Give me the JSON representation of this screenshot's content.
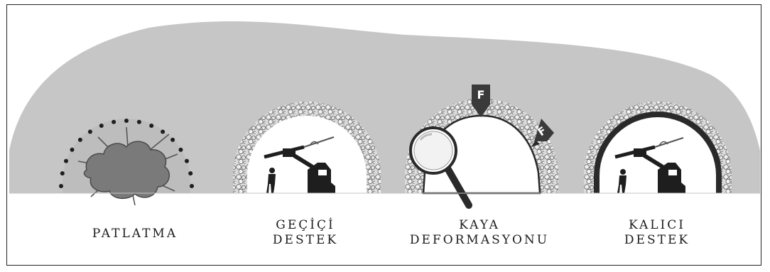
{
  "colors": {
    "ground": "#c6c6c6",
    "rock": "#d9d9d9",
    "rock_outline": "#6a6a6a",
    "lining": "#2a2a2a",
    "blast": "#7a7a7a",
    "machine": "#1e1e1e",
    "marker": "#3a3a3a"
  },
  "stages": [
    {
      "id": "blast",
      "icon": "explosion-icon",
      "lines": [
        "PATLATMA"
      ]
    },
    {
      "id": "temporary-support",
      "icon": "drill-rig-icon",
      "lines": [
        "GEÇİÇİ",
        "DESTEK"
      ]
    },
    {
      "id": "rock-deformation",
      "icon": "magnifier-icon",
      "lines": [
        "KAYA",
        "DEFORMASYONU"
      ],
      "force_label": "F"
    },
    {
      "id": "permanent-support",
      "icon": "drill-rig-icon",
      "lines": [
        "KALICI",
        "DESTEK"
      ]
    }
  ]
}
